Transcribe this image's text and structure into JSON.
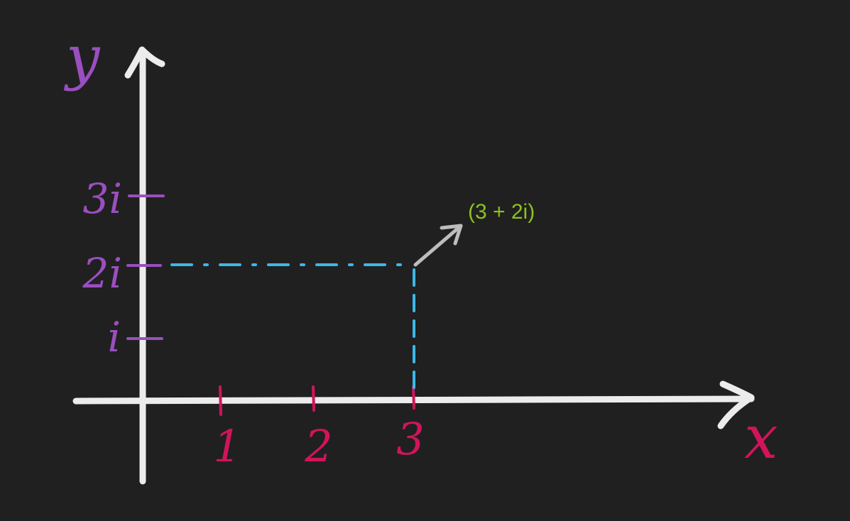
{
  "diagram": {
    "axes": {
      "x_label": "x",
      "y_label": "y"
    },
    "x_ticks": [
      {
        "value": 1,
        "label": "1"
      },
      {
        "value": 2,
        "label": "2"
      },
      {
        "value": 3,
        "label": "3"
      }
    ],
    "y_ticks": [
      {
        "value": 1,
        "label": "i"
      },
      {
        "value": 2,
        "label": "2i"
      },
      {
        "value": 3,
        "label": "3i"
      }
    ],
    "point": {
      "re": 3,
      "im": 2,
      "label": "(3 + 2i)"
    },
    "colors": {
      "background": "#202020",
      "axes": "#ececec",
      "real_ticks": "#d1145a",
      "imag_ticks": "#9a4fc0",
      "projection": "#3cb8e8",
      "label": "#8cc21e",
      "arrow": "#bdbdbd"
    }
  }
}
